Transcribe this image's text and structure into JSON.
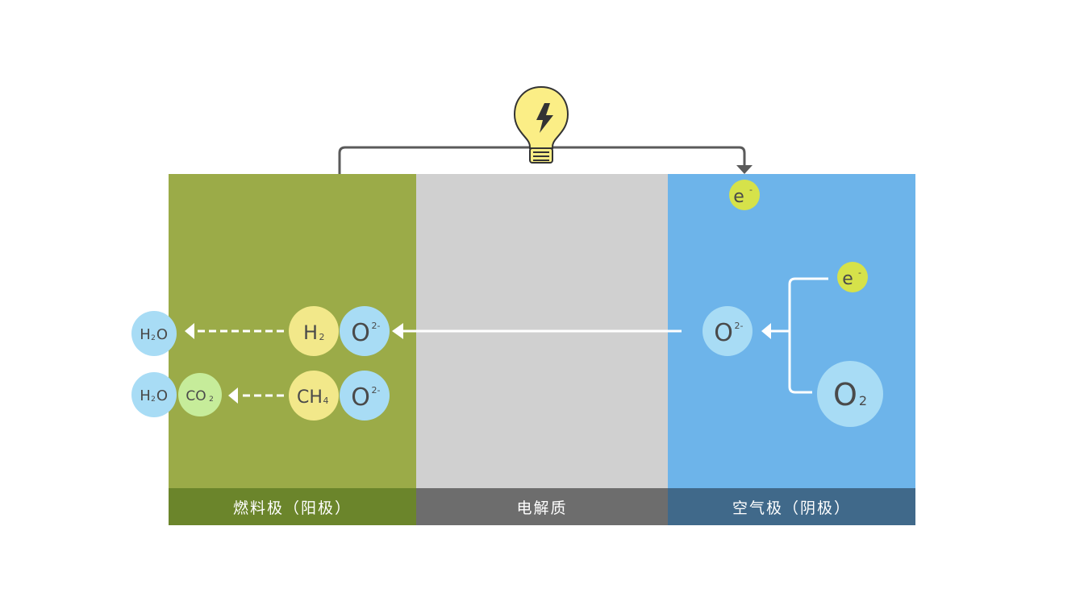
{
  "panels": {
    "anode_label": "燃料极（阳极）",
    "electrolyte_label": "电解质",
    "cathode_label": "空气极（阴极）"
  },
  "colors": {
    "anode": "#9bab48",
    "anode_bar": "#6b852b",
    "electrolyte": "#d0d0d0",
    "electrolyte_bar": "#6d6d6d",
    "cathode": "#6db4ea",
    "cathode_bar": "#40698a",
    "electron": "#d6e24a",
    "hydrogen": "#f2e88a",
    "oxide": "#a8dcf5",
    "co2": "#c6ec9a",
    "bulb": "#fbee86"
  },
  "icons": {
    "bulb": "lightbulb-icon"
  },
  "molecules": {
    "electron_top": {
      "base": "e",
      "sup": "-"
    },
    "electron_right": {
      "base": "e",
      "sup": "-"
    },
    "oxide_cathode": {
      "base": "O",
      "sup": "2-"
    },
    "oxygen": {
      "base": "O",
      "sub": "2"
    },
    "h2": {
      "base": "H",
      "sub": "2"
    },
    "oxide_h2": {
      "base": "O",
      "sup": "2-"
    },
    "ch4": {
      "base": "CH",
      "sub": "4"
    },
    "oxide_ch4": {
      "base": "O",
      "sup": "2-"
    },
    "water_top": {
      "base": "H",
      "sub": "2",
      "tail": "O"
    },
    "water_bottom": {
      "base": "H",
      "sub": "2",
      "tail": "O"
    },
    "co2": {
      "base": "CO",
      "sub": "2"
    }
  }
}
